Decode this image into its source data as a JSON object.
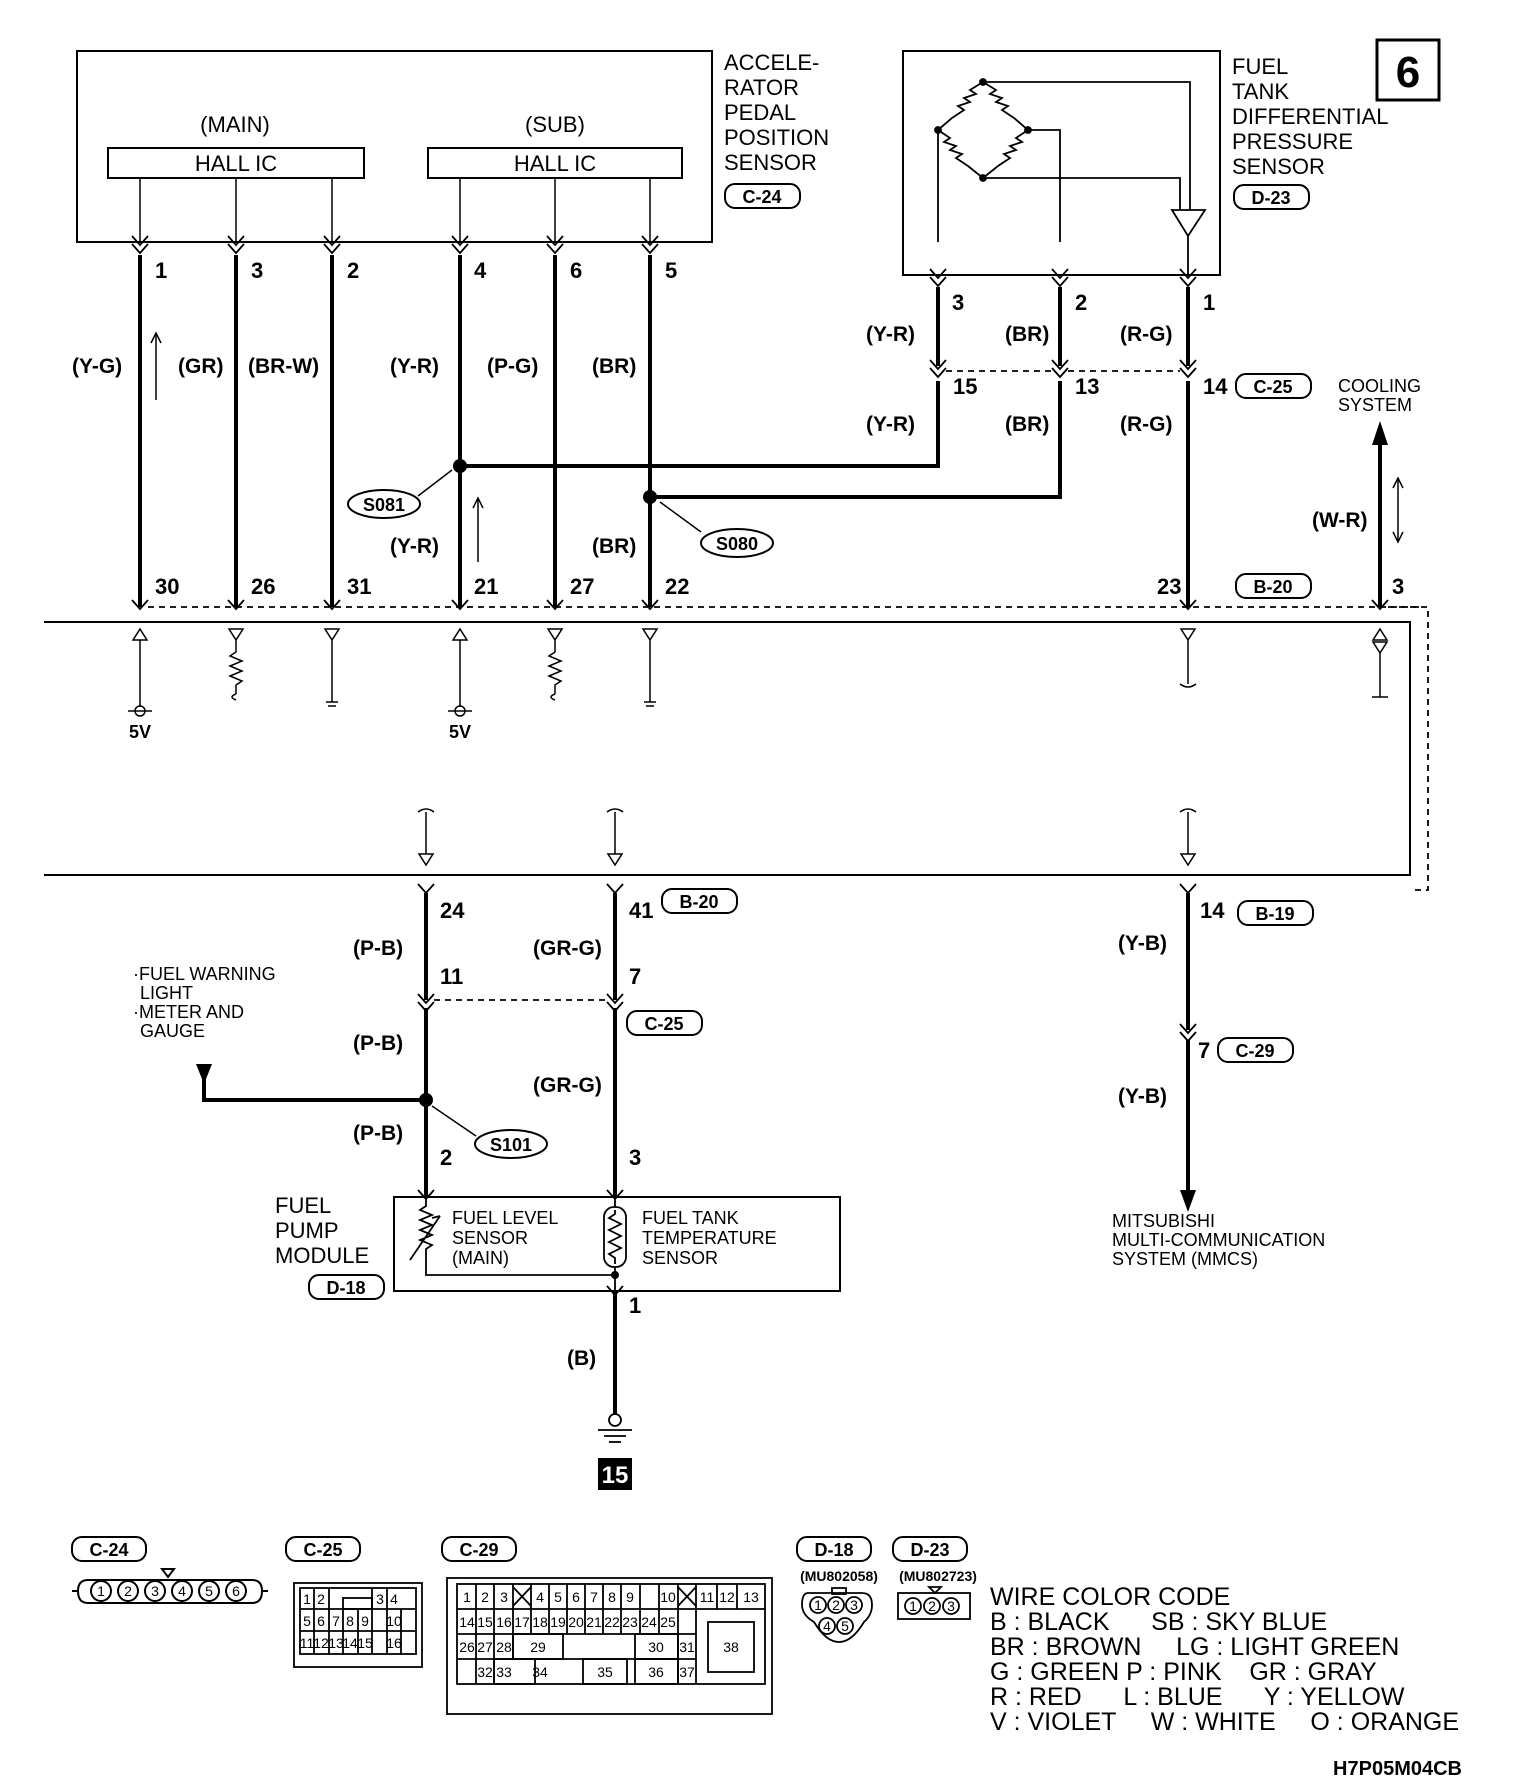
{
  "page_number": "6",
  "drawing_code": "H7P05M04CB",
  "accel_sensor": {
    "name_lines": [
      "ACCELE-",
      "RATOR",
      "PEDAL",
      "POSITION",
      "SENSOR"
    ],
    "connector": "C-24",
    "main_label": "(MAIN)",
    "sub_label": "(SUB)",
    "hall_ic_main": "HALL IC",
    "hall_ic_sub": "HALL IC"
  },
  "fuel_tank_sensor": {
    "name_lines": [
      "FUEL",
      "TANK",
      "DIFFERENTIAL",
      "PRESSURE",
      "SENSOR"
    ],
    "connector": "D-23"
  },
  "sensor_pins": {
    "p1": "1",
    "p3": "3",
    "p2": "2",
    "p4": "4",
    "p6": "6",
    "p5": "5"
  },
  "dp_pins": {
    "p3": "3",
    "p2": "2",
    "p1": "1"
  },
  "wire_colors": {
    "yg": "(Y-G)",
    "gr": "(GR)",
    "brw": "(BR-W)",
    "yr": "(Y-R)",
    "pg": "(P-G)",
    "br": "(BR)",
    "rg": "(R-G)",
    "wr": "(W-R)",
    "pb": "(P-B)",
    "grg": "(GR-G)",
    "yb": "(Y-B)",
    "b": "(B)"
  },
  "c25_pins": {
    "p15": "15",
    "p13": "13",
    "p14": "14"
  },
  "c25_conn": "C-25",
  "splices": {
    "s081": "S081",
    "s080": "S080",
    "s101": "S101"
  },
  "cooling_system": [
    "COOLING",
    "SYSTEM"
  ],
  "ecu_top_pins": {
    "p30": "30",
    "p26": "26",
    "p31": "31",
    "p21": "21",
    "p27": "27",
    "p22": "22",
    "p23": "23",
    "p3": "3"
  },
  "b20_conn": "B-20",
  "volts": "5V",
  "ecu_bottom_pins": {
    "p24": "24",
    "p41": "41",
    "p14": "14"
  },
  "b19_conn": "B-19",
  "c25_lower_pins": {
    "p11": "11",
    "p7": "7"
  },
  "fuel_warning": [
    "·FUEL WARNING",
    "LIGHT",
    "·METER AND",
    "GAUGE"
  ],
  "c29": {
    "pin": "7",
    "conn": "C-29"
  },
  "pump": {
    "name_lines": [
      "FUEL",
      "PUMP",
      "MODULE"
    ],
    "connector": "D-18",
    "pin2": "2",
    "pin3": "3",
    "pin1": "1",
    "level_sensor": [
      "FUEL LEVEL",
      "SENSOR",
      "(MAIN)"
    ],
    "temp_sensor": [
      "FUEL TANK",
      "TEMPERATURE",
      "SENSOR"
    ]
  },
  "mmcs": [
    "MITSUBISHI",
    "MULTI-COMMUNICATION",
    "SYSTEM (MMCS)"
  ],
  "ground_no": "15",
  "connectors": {
    "c24": "C-24",
    "c25": "C-25",
    "c29": "C-29",
    "d18": "D-18",
    "d23": "D-23",
    "d18_part": "(MU802058)",
    "d23_part": "(MU802723)",
    "c24_pins": [
      "1",
      "2",
      "3",
      "4",
      "5",
      "6"
    ],
    "c25_pins": [
      "1",
      "2",
      "3",
      "4",
      "5",
      "6",
      "7",
      "8",
      "9",
      "10",
      "11",
      "12",
      "13",
      "14",
      "15",
      "16"
    ],
    "c29_row1": [
      "1",
      "2",
      "3",
      "4",
      "5",
      "6",
      "7",
      "8",
      "9",
      "10",
      "11",
      "12",
      "13"
    ],
    "c29_row2": [
      "14",
      "15",
      "16",
      "17",
      "18",
      "19",
      "20",
      "21",
      "22",
      "23",
      "24",
      "25"
    ],
    "c29_row3": [
      "26",
      "27",
      "28",
      "29",
      "30",
      "31",
      "38"
    ],
    "c29_row4": [
      "32",
      "33",
      "34",
      "35",
      "36",
      "37"
    ],
    "d18_pins": [
      "1",
      "2",
      "3",
      "4",
      "5"
    ],
    "d23_pins": [
      "1",
      "2",
      "3"
    ]
  },
  "color_code": {
    "title": "WIRE COLOR CODE",
    "lines": [
      "B : BLACK      SB : SKY BLUE",
      "BR : BROWN     LG : LIGHT GREEN",
      "G : GREEN P : PINK    GR : GRAY",
      "R : RED      L : BLUE      Y : YELLOW",
      "V : VIOLET     W : WHITE     O : ORANGE"
    ]
  }
}
